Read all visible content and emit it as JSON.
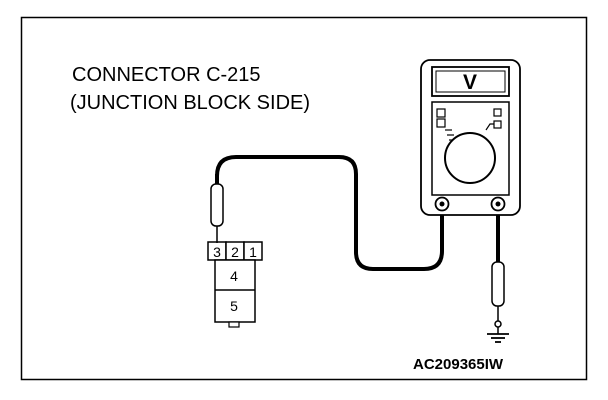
{
  "connector": {
    "title_line1": "CONNECTOR C-215",
    "title_line2": "(JUNCTION BLOCK SIDE)",
    "pins": {
      "pin3": "3",
      "pin2": "2",
      "pin1": "1",
      "pin4": "4",
      "pin5": "5"
    }
  },
  "meter": {
    "mode_symbol": "V"
  },
  "figure_code": "AC209365IW",
  "colors": {
    "line": "#000000",
    "background": "#ffffff"
  }
}
